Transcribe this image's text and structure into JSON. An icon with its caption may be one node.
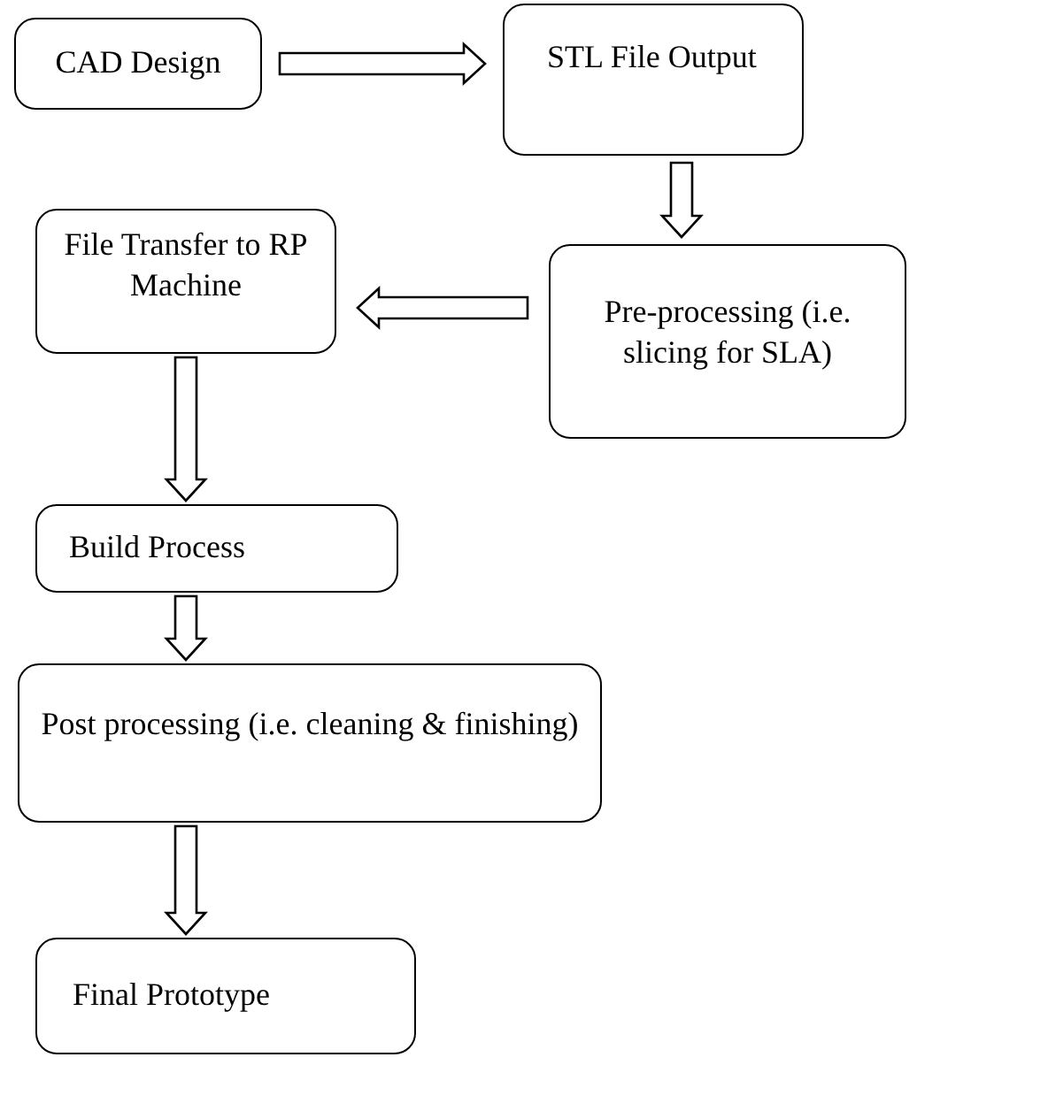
{
  "diagram": {
    "nodes": [
      {
        "text": [
          "CAD Design"
        ]
      },
      {
        "text": [
          "STL File Output"
        ]
      },
      {
        "text": [
          "Pre-processing (i.e. slicing for SLA)"
        ]
      },
      {
        "text": [
          "File Transfer to RP Machine"
        ]
      },
      {
        "text": [
          "Build Process"
        ]
      },
      {
        "text": [
          "Post processing (i.e. cleaning & finishing)"
        ]
      },
      {
        "text": [
          "Final Prototype"
        ]
      }
    ],
    "edges": [
      {
        "from": 0,
        "to": 1,
        "arrow": "to"
      },
      {
        "from": 1,
        "to": 2,
        "arrow": "to"
      },
      {
        "from": 2,
        "to": 3,
        "arrow": "to"
      },
      {
        "from": 3,
        "to": 4,
        "arrow": "to"
      },
      {
        "from": 4,
        "to": 5,
        "arrow": "to"
      },
      {
        "from": 5,
        "to": 6,
        "arrow": "to"
      }
    ]
  }
}
